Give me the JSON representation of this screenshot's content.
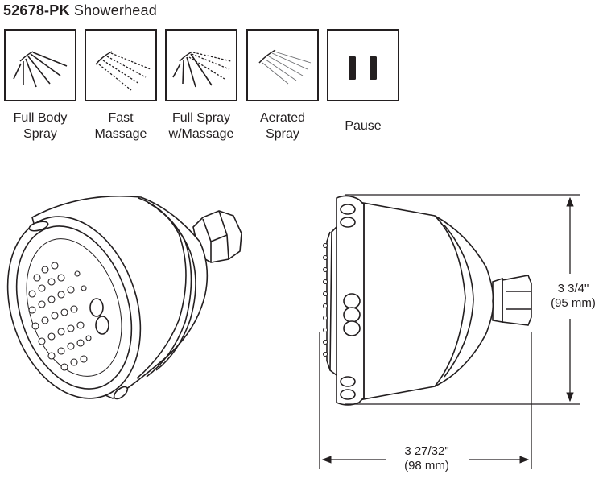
{
  "header": {
    "model": "52678-PK",
    "product": "Showerhead"
  },
  "spray_modes": [
    {
      "icon": "full-body-spray-icon",
      "line1": "Full Body",
      "line2": "Spray"
    },
    {
      "icon": "fast-massage-icon",
      "line1": "Fast",
      "line2": "Massage"
    },
    {
      "icon": "full-spray-massage-icon",
      "line1": "Full Spray",
      "line2": "w/Massage"
    },
    {
      "icon": "aerated-spray-icon",
      "line1": "Aerated",
      "line2": "Spray"
    },
    {
      "icon": "pause-icon",
      "line1": "Pause",
      "line2": ""
    }
  ],
  "dimensions": {
    "height": {
      "imperial": "3 3/4\"",
      "metric": "(95 mm)"
    },
    "depth": {
      "imperial": "3 27/32\"",
      "metric": "(98 mm)"
    }
  }
}
